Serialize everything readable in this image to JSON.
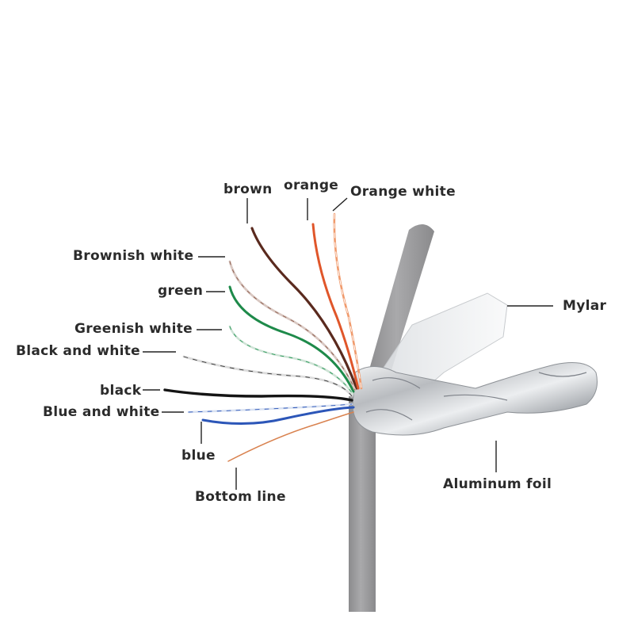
{
  "labels": {
    "brown": "brown",
    "orange": "orange",
    "orange_white": "Orange white",
    "brownish_white": "Brownish white",
    "green": "green",
    "greenish_white": "Greenish white",
    "black_and_white": "Black and white",
    "black": "black",
    "blue_and_white": "Blue and white",
    "blue": "blue",
    "bottom_line": "Bottom line",
    "mylar": "Mylar",
    "aluminum_foil": "Aluminum foil"
  },
  "colors": {
    "jacket": "#9a9a9c",
    "brown": "#5a2a1e",
    "orange": "#e0562a",
    "green": "#1e8a4a",
    "black": "#141414",
    "blue": "#2c56b8",
    "white_wire": "#e6e6e6",
    "foil": "#c9ccd0",
    "mylar": "#eef0f2"
  }
}
